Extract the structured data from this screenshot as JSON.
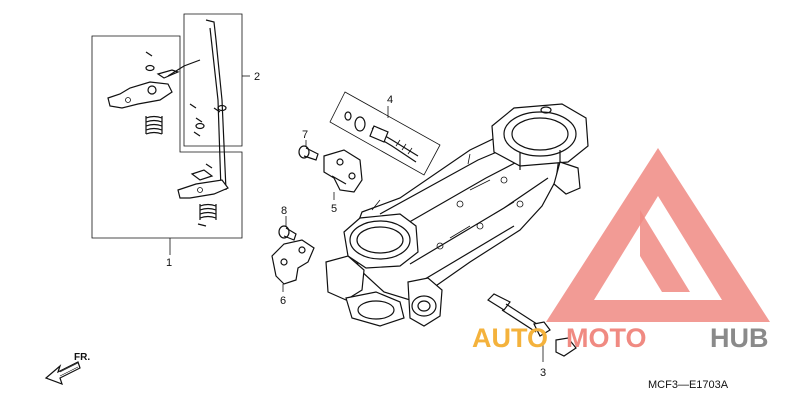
{
  "callouts": {
    "c1": "1",
    "c2": "2",
    "c3": "3",
    "c4": "4",
    "c5": "5",
    "c6": "6",
    "c7": "7",
    "c8": "8"
  },
  "front_label": "FR.",
  "diagram_code": "MCF3—E1703A",
  "watermark": {
    "part1": "AUTO",
    "part2": "MOTO",
    "part3": "HUB",
    "colors": {
      "orange": "#f4b23c",
      "salmon": "#f08a82",
      "gray": "#8a8a8a"
    }
  }
}
